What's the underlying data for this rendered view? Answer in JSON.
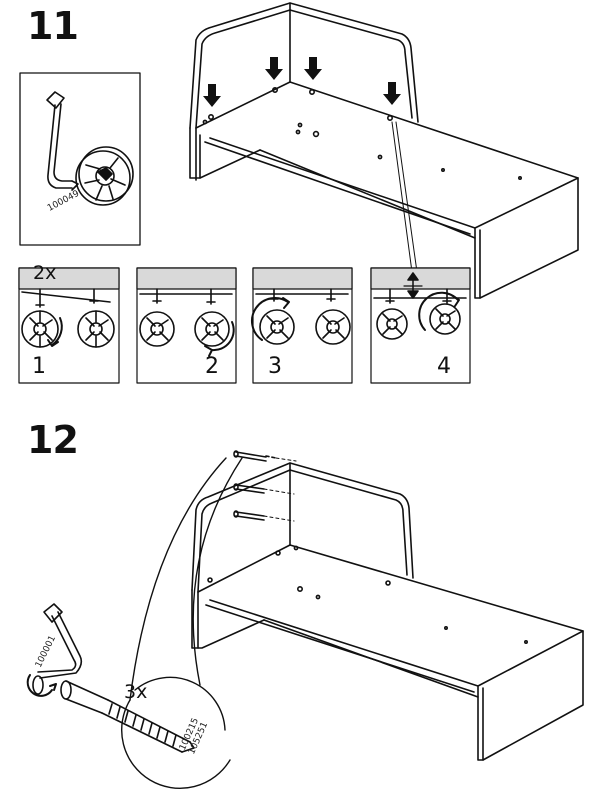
{
  "step11": {
    "number": "11",
    "tool_box": {
      "tool_part_code": "100049"
    },
    "panels_quantity": "2x",
    "panels": [
      {
        "label": "1"
      },
      {
        "label": "2"
      },
      {
        "label": "3"
      },
      {
        "label": "4"
      }
    ]
  },
  "step12": {
    "number": "12",
    "tool_part_code": "100001",
    "screw_quantity": "3x",
    "screw_part_codes": [
      "100215",
      "105251"
    ]
  }
}
